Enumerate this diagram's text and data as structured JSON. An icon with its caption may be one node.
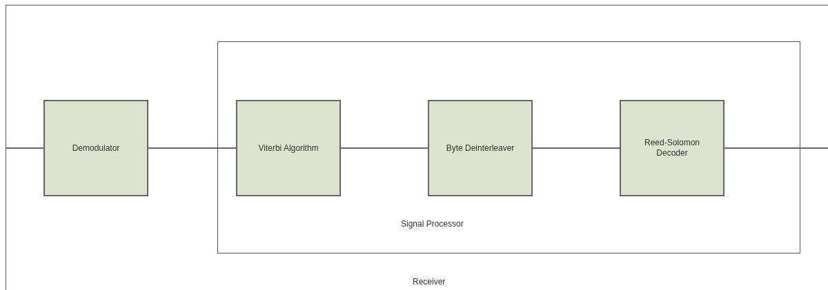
{
  "diagram": {
    "nodes": [
      {
        "text": [
          "Receiver"
        ]
      },
      {
        "text": [
          "Demodulator"
        ],
        "in": 0
      },
      {
        "text": [
          "Signal Processor"
        ],
        "in": 0
      },
      {
        "text": [
          "Viterbi Algorithm"
        ],
        "in": 2
      },
      {
        "text": [
          "Byte Deinterleaver"
        ],
        "in": 2
      },
      {
        "text": [
          "Reed-Solomon Decoder"
        ],
        "in": 2
      }
    ],
    "edges": [
      {
        "from": null,
        "to": 1,
        "arrow": "none"
      },
      {
        "from": 1,
        "to": 3,
        "arrow": "none"
      },
      {
        "from": 3,
        "to": 4,
        "arrow": "none"
      },
      {
        "from": 4,
        "to": 5,
        "arrow": "none"
      },
      {
        "from": 5,
        "to": null,
        "arrow": "none"
      }
    ]
  }
}
